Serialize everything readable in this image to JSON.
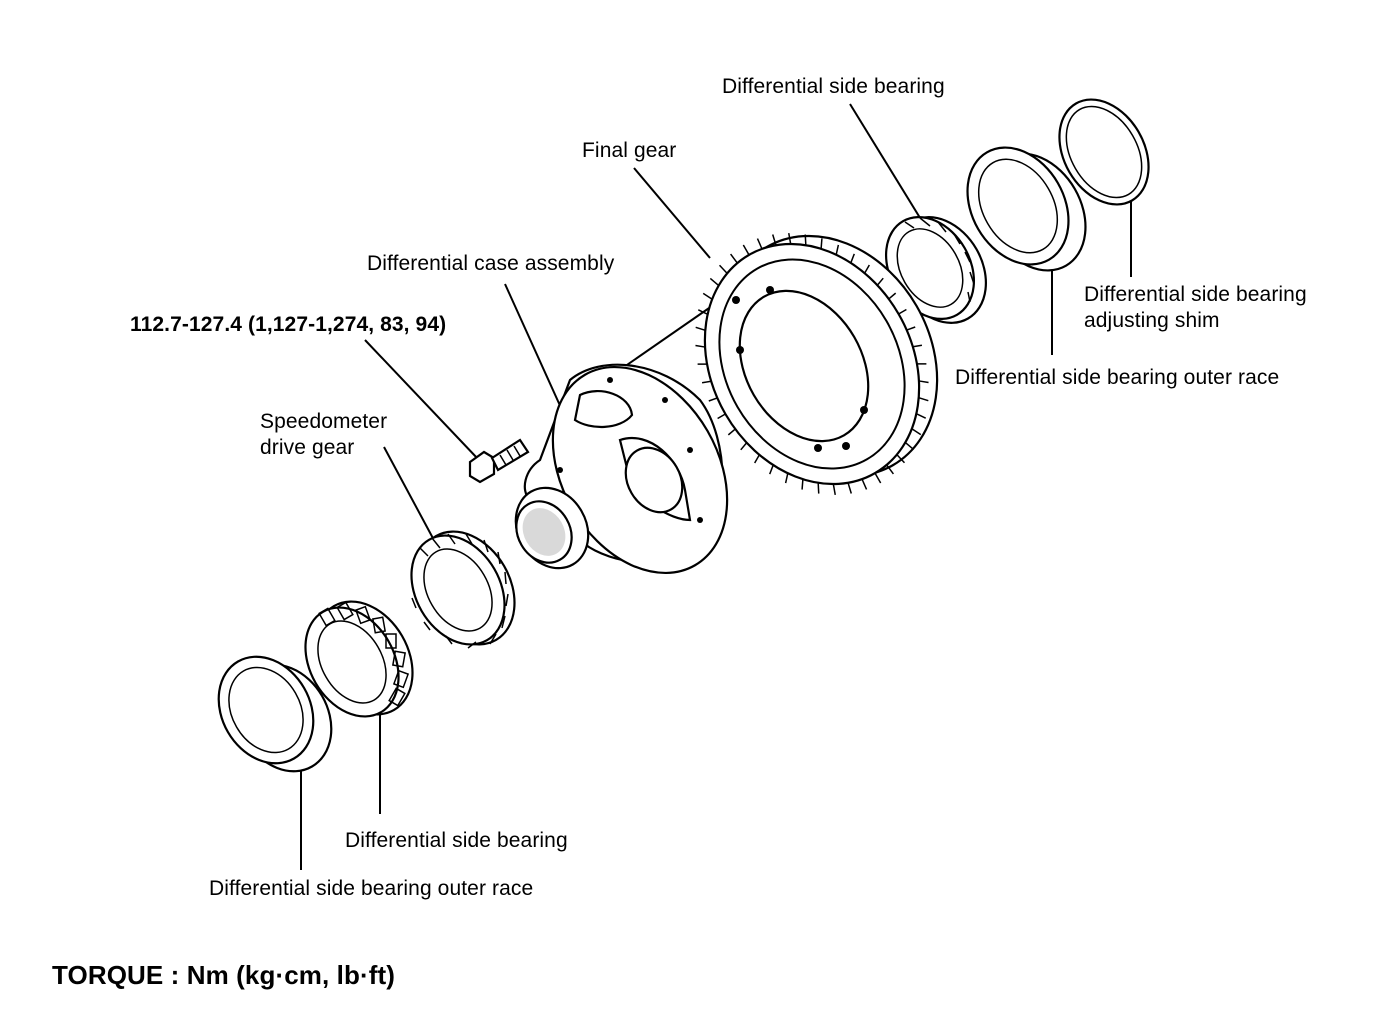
{
  "labels": {
    "side_bearing_top": "Differential side bearing",
    "final_gear": "Final gear",
    "case_assembly": "Differential case assembly",
    "torque_value": "112.7-127.4 (1,127-1,274, 83, 94)",
    "speedo_line1": "Speedometer",
    "speedo_line2": "drive gear",
    "shim_line1": "Differential side bearing",
    "shim_line2": "adjusting shim",
    "outer_race_right": "Differential side bearing outer race",
    "side_bearing_bottom": "Differential side bearing",
    "outer_race_bottom": "Differential side bearing outer race",
    "torque_units": "TORQUE : Nm (kg·cm, lb·ft)"
  },
  "colors": {
    "ink": "#000000",
    "paper": "#ffffff",
    "shade": "#d9d9d9"
  }
}
